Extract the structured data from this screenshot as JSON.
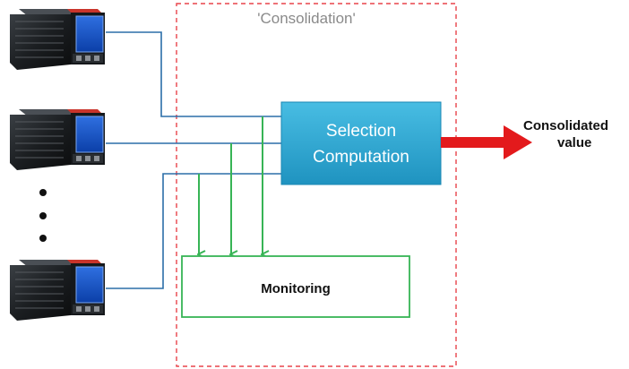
{
  "diagram": {
    "group_label": "'Consolidation'",
    "selection_box": {
      "line1": "Selection",
      "line2": "Computation"
    },
    "monitoring_label": "Monitoring",
    "output_label": {
      "line1": "Consolidated",
      "line2": "value"
    },
    "colors": {
      "group_border": "#e8434a",
      "selection_fill": "#2ba7d2",
      "selection_text": "#ffffff",
      "input_line": "#2b6ea8",
      "monitor_line": "#37b455",
      "monitor_border": "#37b455",
      "output_arrow": "#e31a1c"
    },
    "devices": [
      {
        "name": "computer-unit-1"
      },
      {
        "name": "computer-unit-2"
      },
      {
        "name": "computer-unit-n"
      }
    ],
    "ellipsis_icon": "vertical-dots-icon"
  }
}
